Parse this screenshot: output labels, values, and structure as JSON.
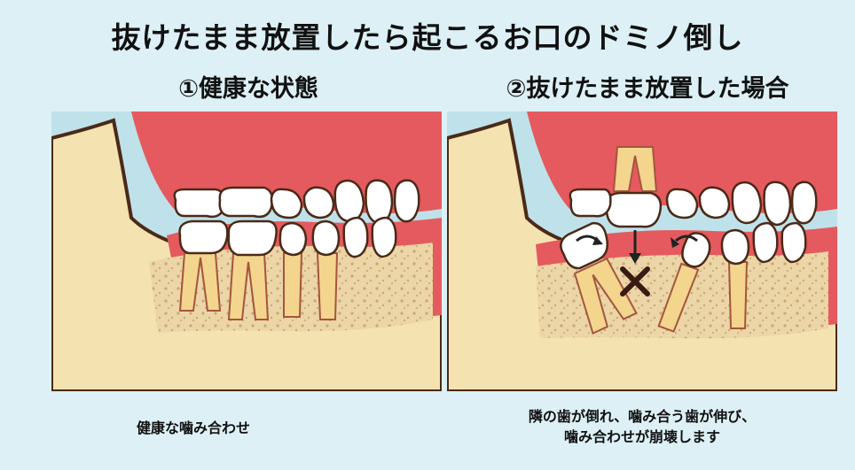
{
  "title": "抜けたまま放置したら起こるお口のドミノ倒し",
  "panels": {
    "healthy": {
      "heading": "①健康な状態",
      "caption": "健康な噛み合わせ"
    },
    "neglected": {
      "heading": "②抜けたまま放置した場合",
      "caption_line1": "隣の歯が倒れ、噛み合う歯が伸び、",
      "caption_line2": "噛み合わせが崩壊します"
    }
  },
  "colors": {
    "background": "#dcf0f5",
    "gum": "#e45a5e",
    "bone": "#f4e2b0",
    "tooth": "#ffffff",
    "root": "#f3d58e",
    "panel_sky": "#bfe1ea",
    "cross": "#3a1a14"
  }
}
